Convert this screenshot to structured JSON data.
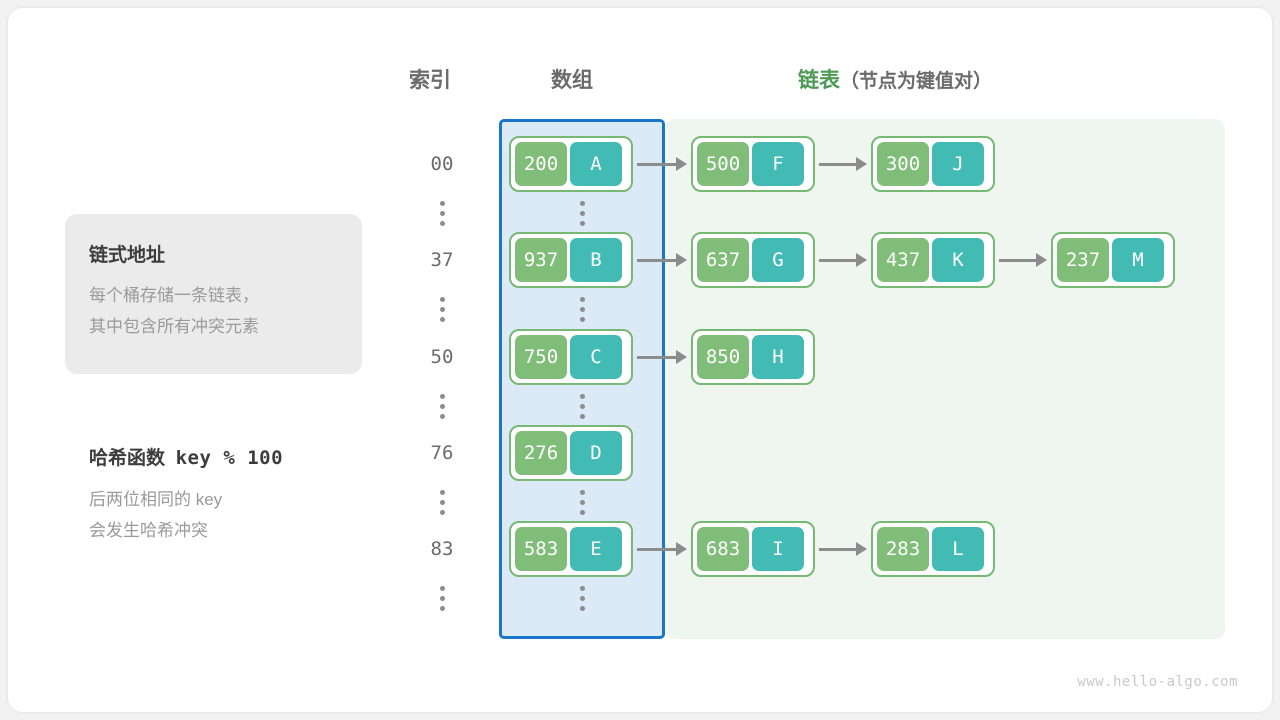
{
  "headers": {
    "index": "索引",
    "array": "数组",
    "list_main": "链表",
    "list_sub": "（节点为键值对）"
  },
  "info_card": {
    "title": "链式地址",
    "body": "每个桶存储一条链表，\n其中包含所有冲突元素"
  },
  "hash_note": {
    "title_cn": "哈希函数",
    "title_code": "key % 100",
    "body": "后两位相同的 key\n会发生哈希冲突"
  },
  "colors": {
    "array_panel_bg": "#dceaf7",
    "array_panel_border": "#1976c8",
    "list_panel_bg": "#eff6ef",
    "node_border": "#76b874",
    "node_key_bg": "#7fbd78",
    "node_val_bg": "#43bbb5",
    "arrow": "#8c8c8c",
    "accent_green": "#4c9a55",
    "text_grey": "#6b6b6b",
    "muted_grey": "#9a9a9a"
  },
  "ellipsis_glyph": "⋮",
  "buckets": [
    {
      "index": "00",
      "bucket_node": {
        "key": "200",
        "value": "A"
      },
      "chain": [
        {
          "key": "500",
          "value": "F"
        },
        {
          "key": "300",
          "value": "J"
        }
      ]
    },
    {
      "index": "37",
      "bucket_node": {
        "key": "937",
        "value": "B"
      },
      "chain": [
        {
          "key": "637",
          "value": "G"
        },
        {
          "key": "437",
          "value": "K"
        },
        {
          "key": "237",
          "value": "M"
        }
      ]
    },
    {
      "index": "50",
      "bucket_node": {
        "key": "750",
        "value": "C"
      },
      "chain": [
        {
          "key": "850",
          "value": "H"
        }
      ]
    },
    {
      "index": "76",
      "bucket_node": {
        "key": "276",
        "value": "D"
      },
      "chain": []
    },
    {
      "index": "83",
      "bucket_node": {
        "key": "583",
        "value": "E"
      },
      "chain": [
        {
          "key": "683",
          "value": "I"
        },
        {
          "key": "283",
          "value": "L"
        }
      ]
    }
  ],
  "watermark": "www.hello-algo.com"
}
